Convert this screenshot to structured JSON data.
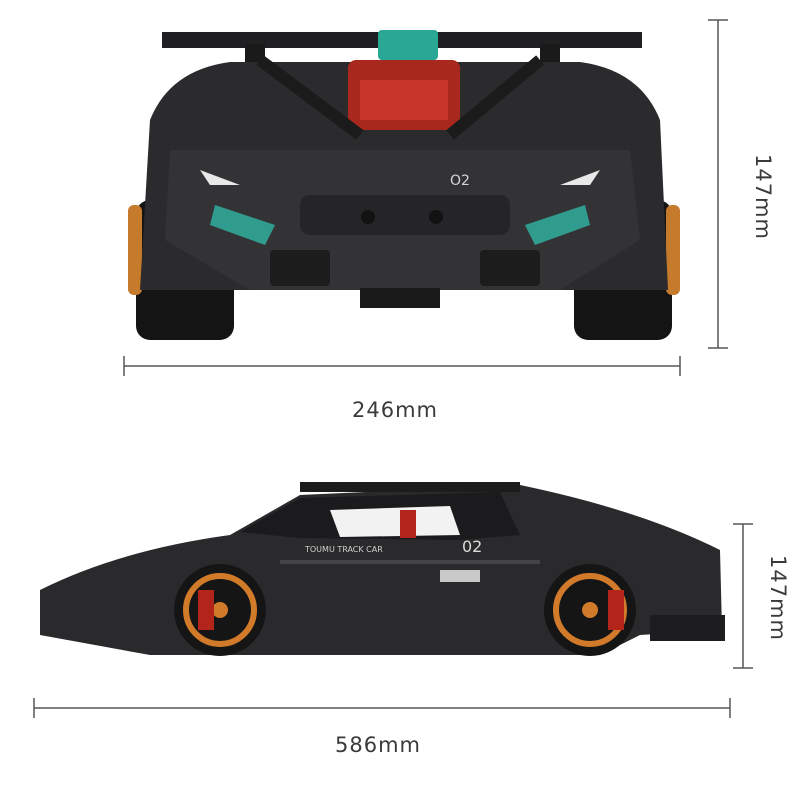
{
  "front_view": {
    "width_label": "246mm",
    "height_label": "147mm"
  },
  "side_view": {
    "length_label": "586mm",
    "height_label": "147mm",
    "door_text": "TOUMU TRACK CAR",
    "number": "02"
  },
  "colors": {
    "body": "#2b2b2d",
    "body_dark": "#161617",
    "accent_red": "#b3241b",
    "accent_teal": "#2fb7a5",
    "wheel_orange": "#d17a2a",
    "dimension_line": "#555555"
  }
}
